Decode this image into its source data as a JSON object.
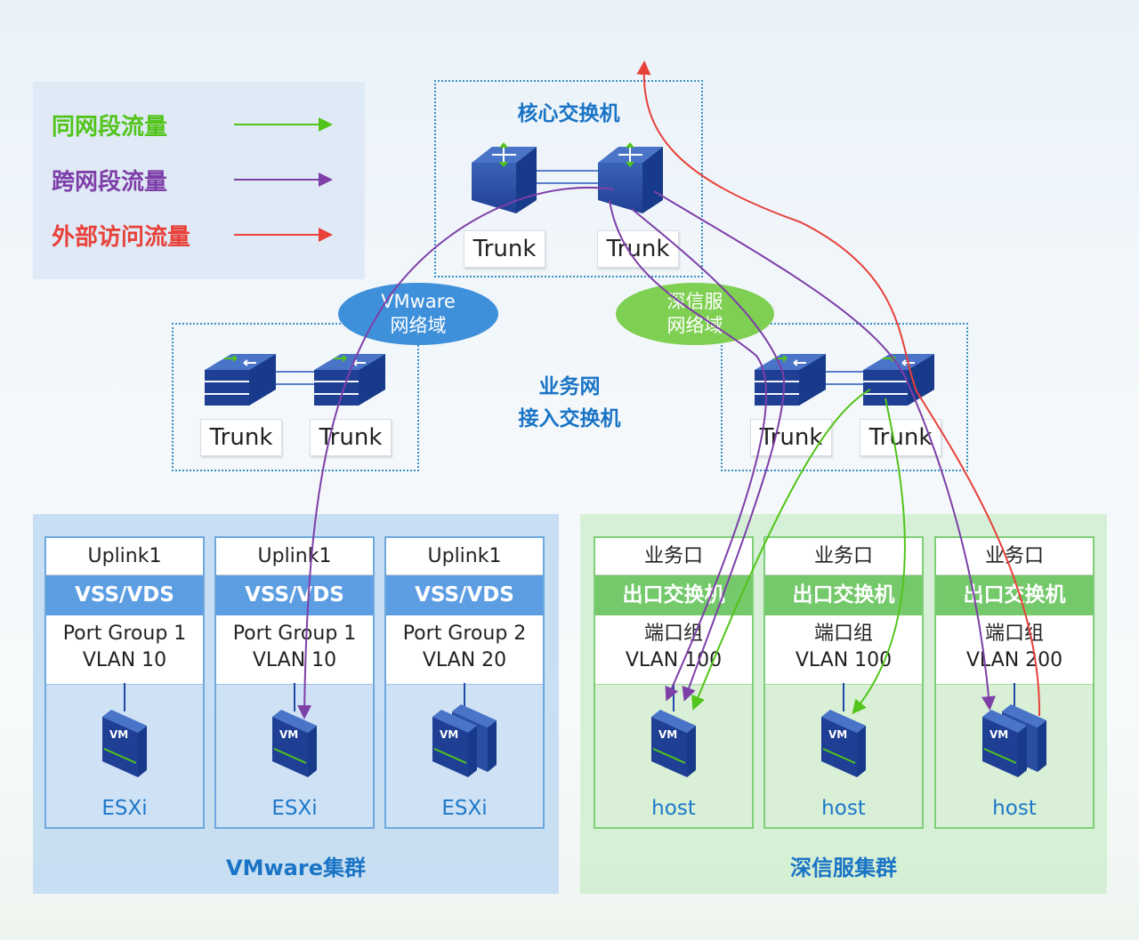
{
  "legend": {
    "items": [
      {
        "label": "同网段流量",
        "color": "#52c41a"
      },
      {
        "label": "跨网段流量",
        "color": "#7e3fa8"
      },
      {
        "label": "外部访问流量",
        "color": "#e8413a"
      }
    ]
  },
  "core": {
    "title": "核心交换机",
    "trunks": [
      "Trunk",
      "Trunk"
    ]
  },
  "access": {
    "title_line1": "业务网",
    "title_line2": "接入交换机",
    "left_trunks": [
      "Trunk",
      "Trunk"
    ],
    "right_trunks": [
      "Trunk",
      "Trunk"
    ]
  },
  "domains": {
    "vmware": {
      "line1": "VMware",
      "line2": "网络域"
    },
    "sangfor": {
      "line1": "深信服",
      "line2": "网络域"
    }
  },
  "vmware_cluster": {
    "label": "VMware集群",
    "cards": [
      {
        "top": "Uplink1",
        "band": "VSS/VDS",
        "mid1": "Port Group 1",
        "mid2": "VLAN 10",
        "host": "ESXi",
        "icon": "single-vm-server-icon"
      },
      {
        "top": "Uplink1",
        "band": "VSS/VDS",
        "mid1": "Port Group 1",
        "mid2": "VLAN 10",
        "host": "ESXi",
        "icon": "single-vm-server-icon"
      },
      {
        "top": "Uplink1",
        "band": "VSS/VDS",
        "mid1": "Port Group 2",
        "mid2": "VLAN 20",
        "host": "ESXi",
        "icon": "dual-vm-server-icon"
      }
    ]
  },
  "sangfor_cluster": {
    "label": "深信服集群",
    "cards": [
      {
        "top": "业务口",
        "band": "出口交换机",
        "mid1": "端口组",
        "mid2": "VLAN 100",
        "host": "host",
        "icon": "single-vm-server-icon"
      },
      {
        "top": "业务口",
        "band": "出口交换机",
        "mid1": "端口组",
        "mid2": "VLAN 100",
        "host": "host",
        "icon": "single-vm-server-icon"
      },
      {
        "top": "业务口",
        "band": "出口交换机",
        "mid1": "端口组",
        "mid2": "VLAN 200",
        "host": "host",
        "icon": "dual-vm-server-icon"
      }
    ]
  },
  "vm_badge": "VM",
  "colors": {
    "same_segment": "#52c41a",
    "cross_segment": "#7e3fa8",
    "external": "#e8413a",
    "title_blue": "#1a74c6",
    "vmware_band": "#5d9ee3",
    "sangfor_band": "#74c96b"
  }
}
